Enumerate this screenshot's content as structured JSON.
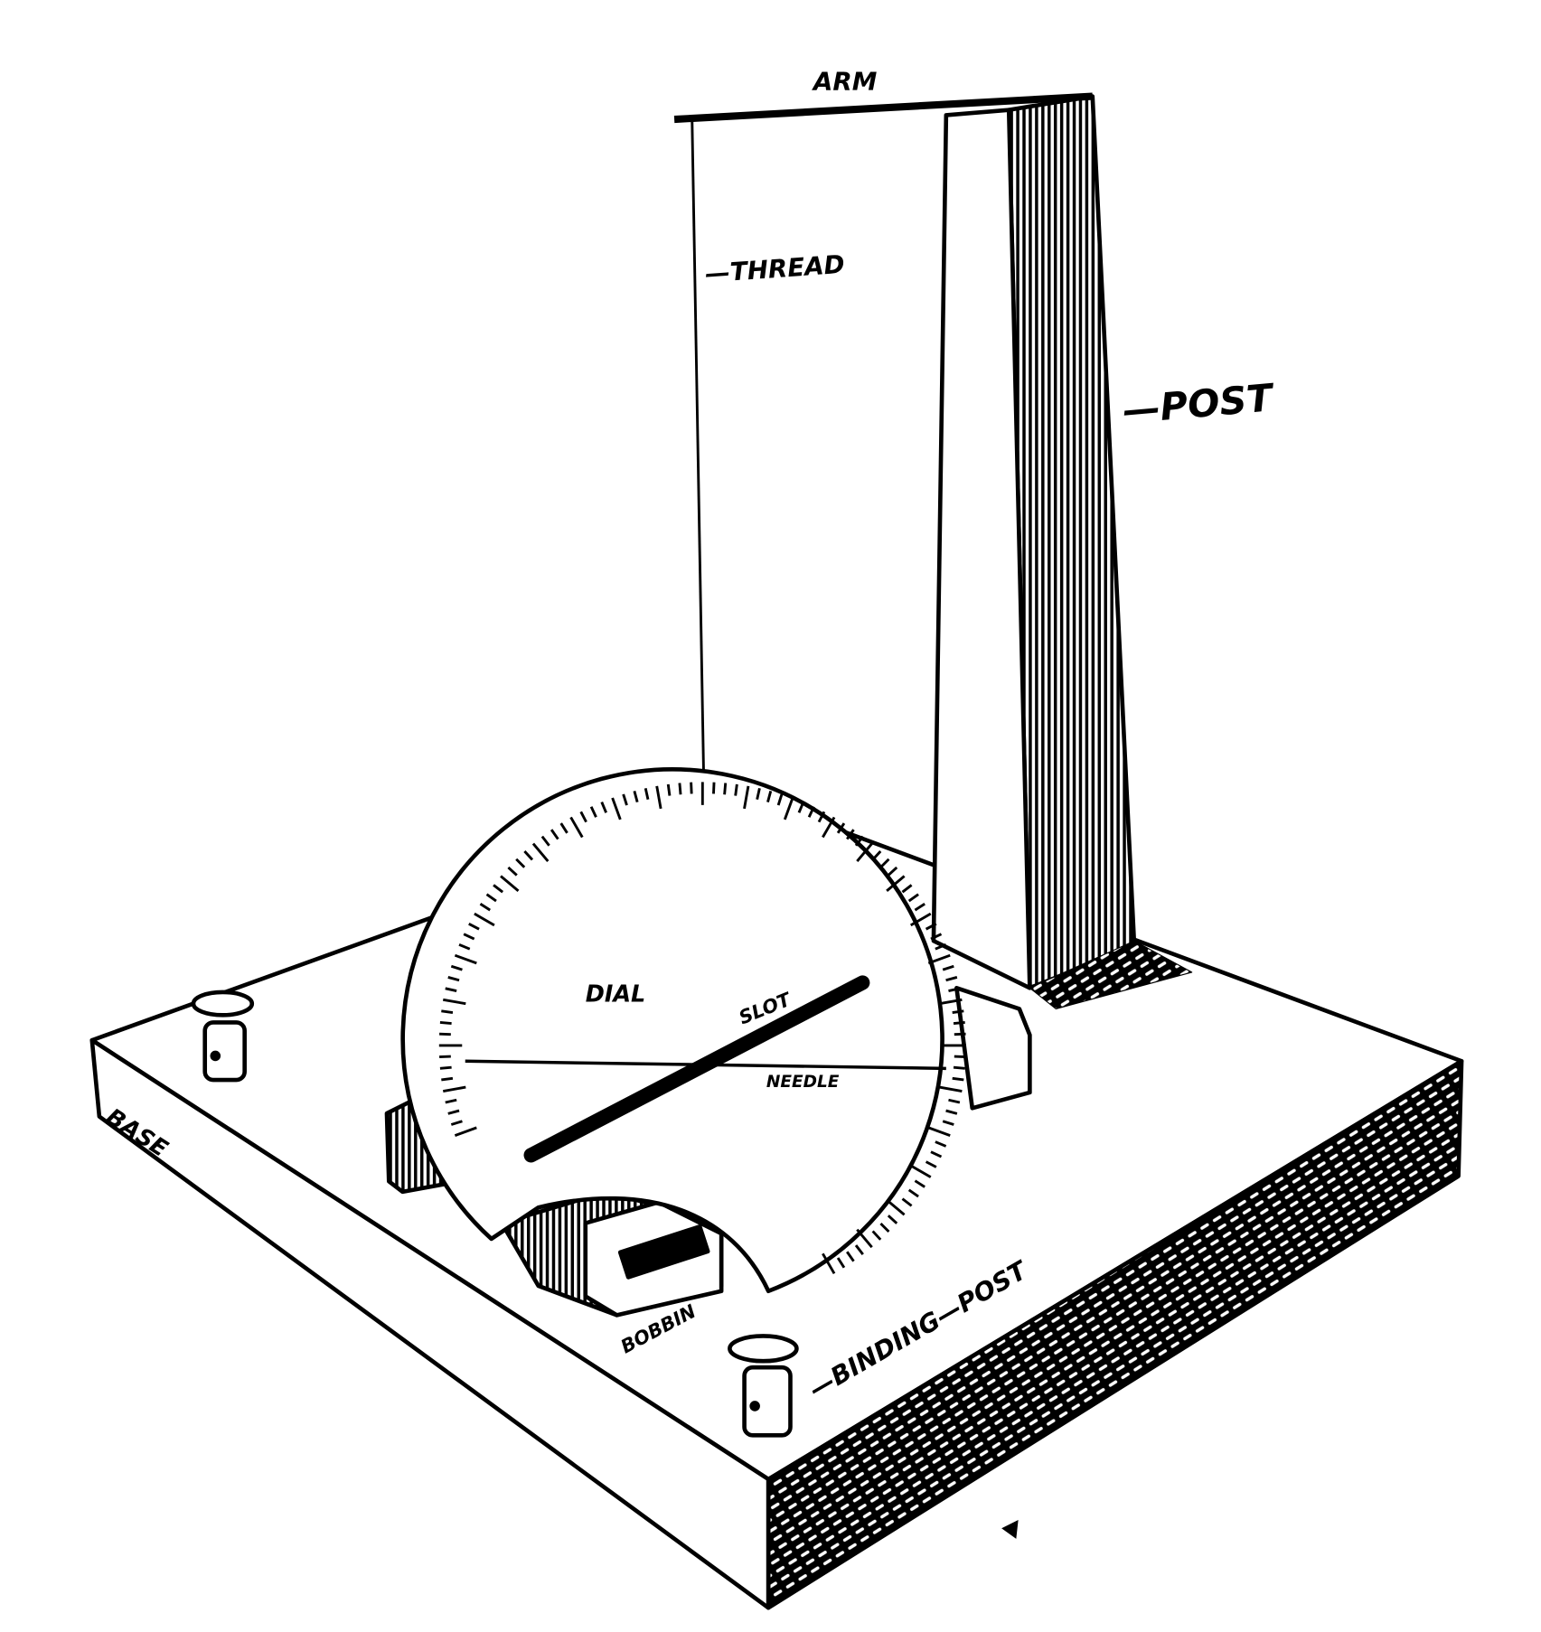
{
  "labels": {
    "arm": "ARM",
    "thread": "—THREAD",
    "post": "—POST",
    "dial": "DIAL",
    "slot": "SLOT",
    "needle": "NEEDLE",
    "base": "BASE",
    "bobbin": "BOBBIN",
    "binding_post": "—BINDING—POST"
  },
  "colors": {
    "ink": "#000000",
    "paper": "#ffffff"
  }
}
